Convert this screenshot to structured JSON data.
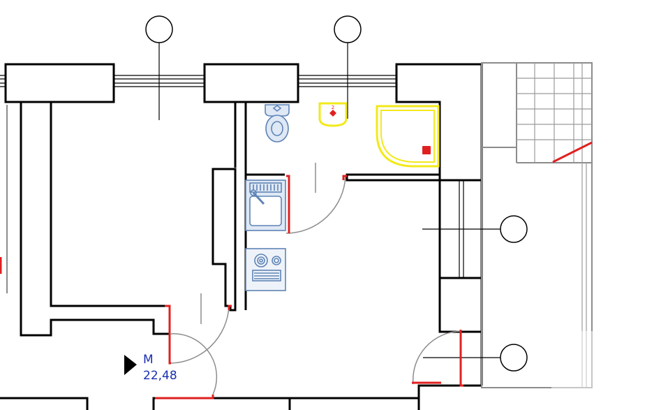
{
  "room": {
    "code": "M",
    "area": "22,48"
  },
  "fixtures": {
    "washbasin_mark": "2"
  },
  "colors": {
    "walls": "#000000",
    "door_frames": "#e02020",
    "kitchen_fixtures": "#5f84b5",
    "bath_fixtures": "#f2ea1a",
    "room_label": "#1a2fb0",
    "stairs": "#8c8c8c"
  }
}
